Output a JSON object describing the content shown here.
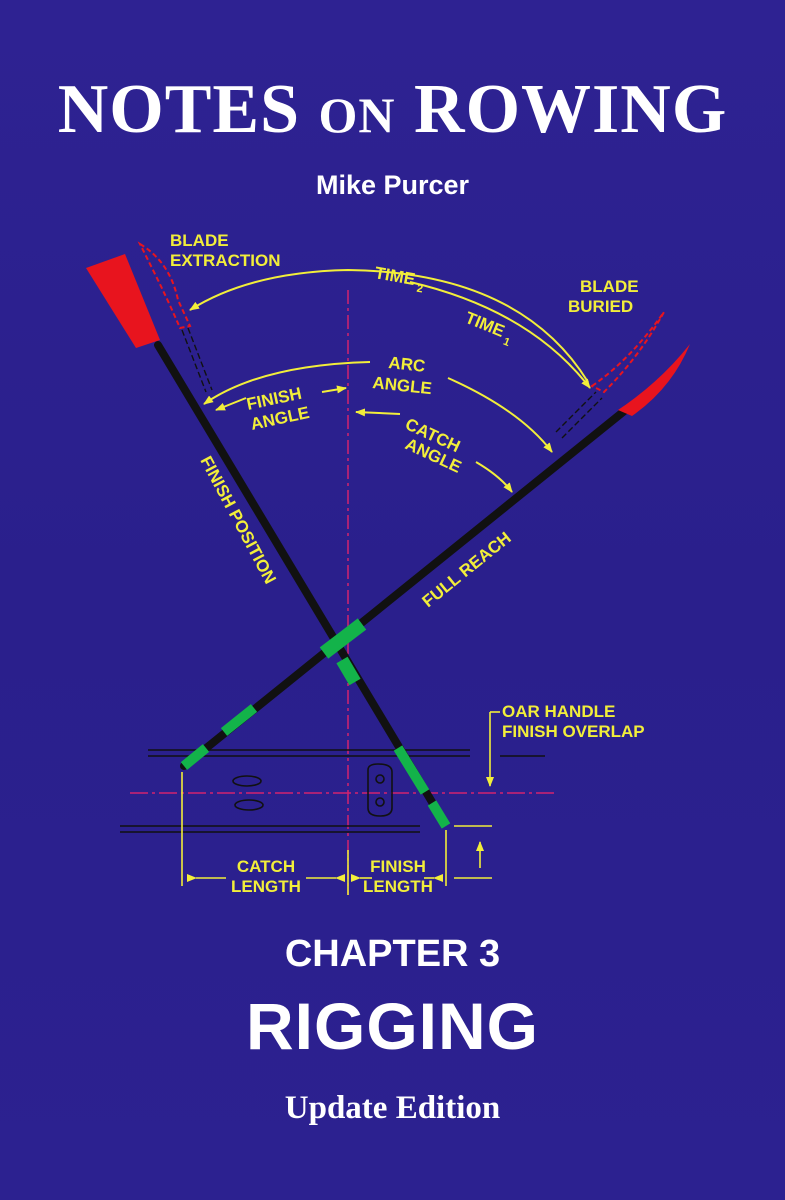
{
  "cover": {
    "title_prefix": "NOTES ",
    "title_on": "ON",
    "title_suffix": " ROWING",
    "author": "Mike Purcer",
    "chapter": "CHAPTER 3",
    "subject": "RIGGING",
    "edition": "Update Edition"
  },
  "diagram": {
    "blade_extraction_1": "BLADE",
    "blade_extraction_2": "EXTRACTION",
    "blade_buried_1": "BLADE",
    "blade_buried_2": "BURIED",
    "time2": "TIME",
    "time2_sub": "2",
    "time1": "TIME",
    "time1_sub": "1",
    "arc_angle_1": "ARC",
    "arc_angle_2": "ANGLE",
    "finish_angle_1": "FINISH",
    "finish_angle_2": "ANGLE",
    "catch_angle_1": "CATCH",
    "catch_angle_2": "ANGLE",
    "finish_position": "FINISH POSITION",
    "full_reach": "FULL REACH",
    "oar_handle_1": "OAR HANDLE",
    "oar_handle_2": "FINISH OVERLAP",
    "catch_length_1": "CATCH",
    "catch_length_2": "LENGTH",
    "finish_length_1": "FINISH",
    "finish_length_2": "LENGTH"
  },
  "colors": {
    "background": "#2b1f8e",
    "label_yellow": "#f2ee3a",
    "blade_red": "#e8141e",
    "collar_green": "#13b34a",
    "centerline_magenta": "#d2236e"
  }
}
